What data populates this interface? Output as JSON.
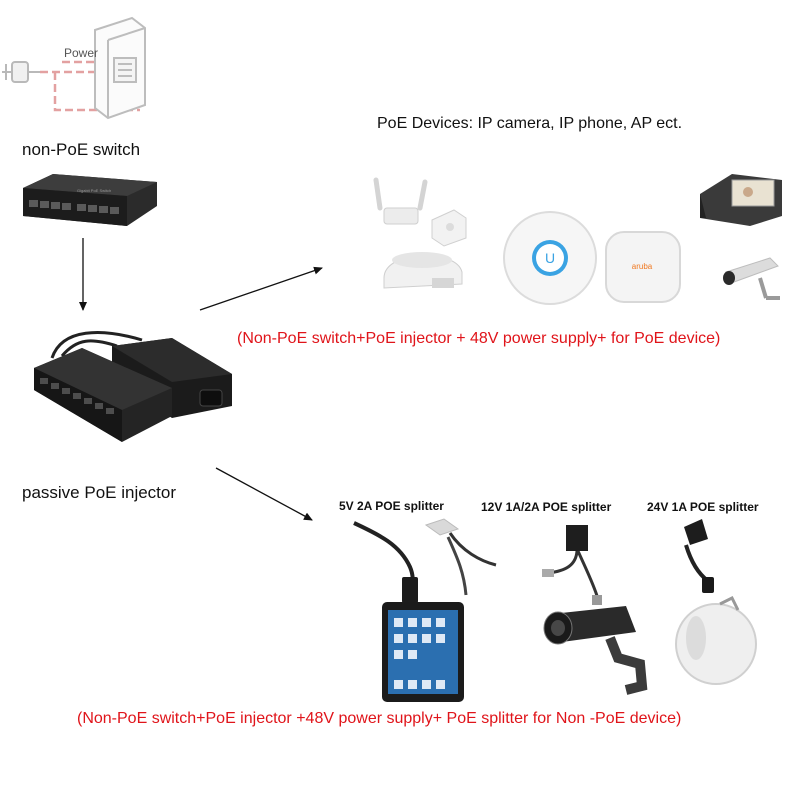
{
  "switch_section": {
    "power_label": "Power",
    "title": "non-PoE switch",
    "panel_text": "Gigabit PoE Switch"
  },
  "injector_section": {
    "title": "passive PoE injector"
  },
  "poe_devices": {
    "title": "PoE Devices: IP camera, IP phone, AP ect.",
    "ap_brand": "aruba",
    "note": "(Non-PoE switch+PoE injector + 48V power supply+ for PoE device)"
  },
  "splitters": {
    "items": [
      {
        "label": "5V 2A POE splitter"
      },
      {
        "label": "12V 1A/2A POE splitter"
      },
      {
        "label": "24V 1A POE splitter"
      }
    ],
    "note": "(Non-PoE switch+PoE injector +48V power supply+ PoE splitter for Non -PoE device)"
  },
  "colors": {
    "note_red": "#e0141a",
    "text": "#111111",
    "power_line": "#e3a1a1"
  }
}
